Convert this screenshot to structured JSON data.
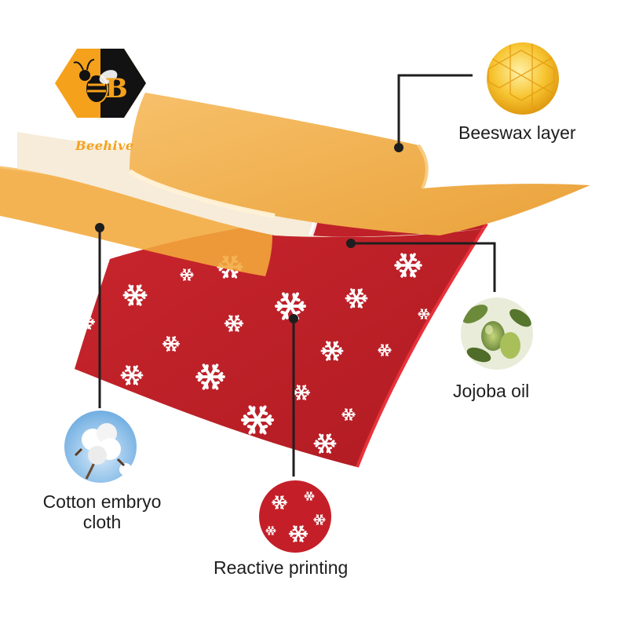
{
  "logo": {
    "brand_text": "Beehive",
    "accent_color": "#f5a11c",
    "dark_color": "#121212",
    "icon": "bee-hexagon-logo"
  },
  "layers": [
    {
      "id": "beeswax",
      "label": "Beeswax layer",
      "icon": "honeycomb-icon"
    },
    {
      "id": "jojoba",
      "label": "Jojoba oil",
      "icon": "jojoba-fruit-icon"
    },
    {
      "id": "cotton",
      "label": "Cotton embryo\ncloth",
      "icon": "cotton-boll-icon"
    },
    {
      "id": "printing",
      "label": "Reactive printing",
      "icon": "snowflake-fabric-icon"
    }
  ],
  "colors": {
    "beeswax": "#f2ab45",
    "beeswax_light": "#f7c87a",
    "jojoba_sheet": "#f5ead7",
    "fabric_red": "#c8232b",
    "fabric_dark": "#a81820",
    "snowflake": "#ffffff",
    "leader_line": "#1e1e1e"
  }
}
